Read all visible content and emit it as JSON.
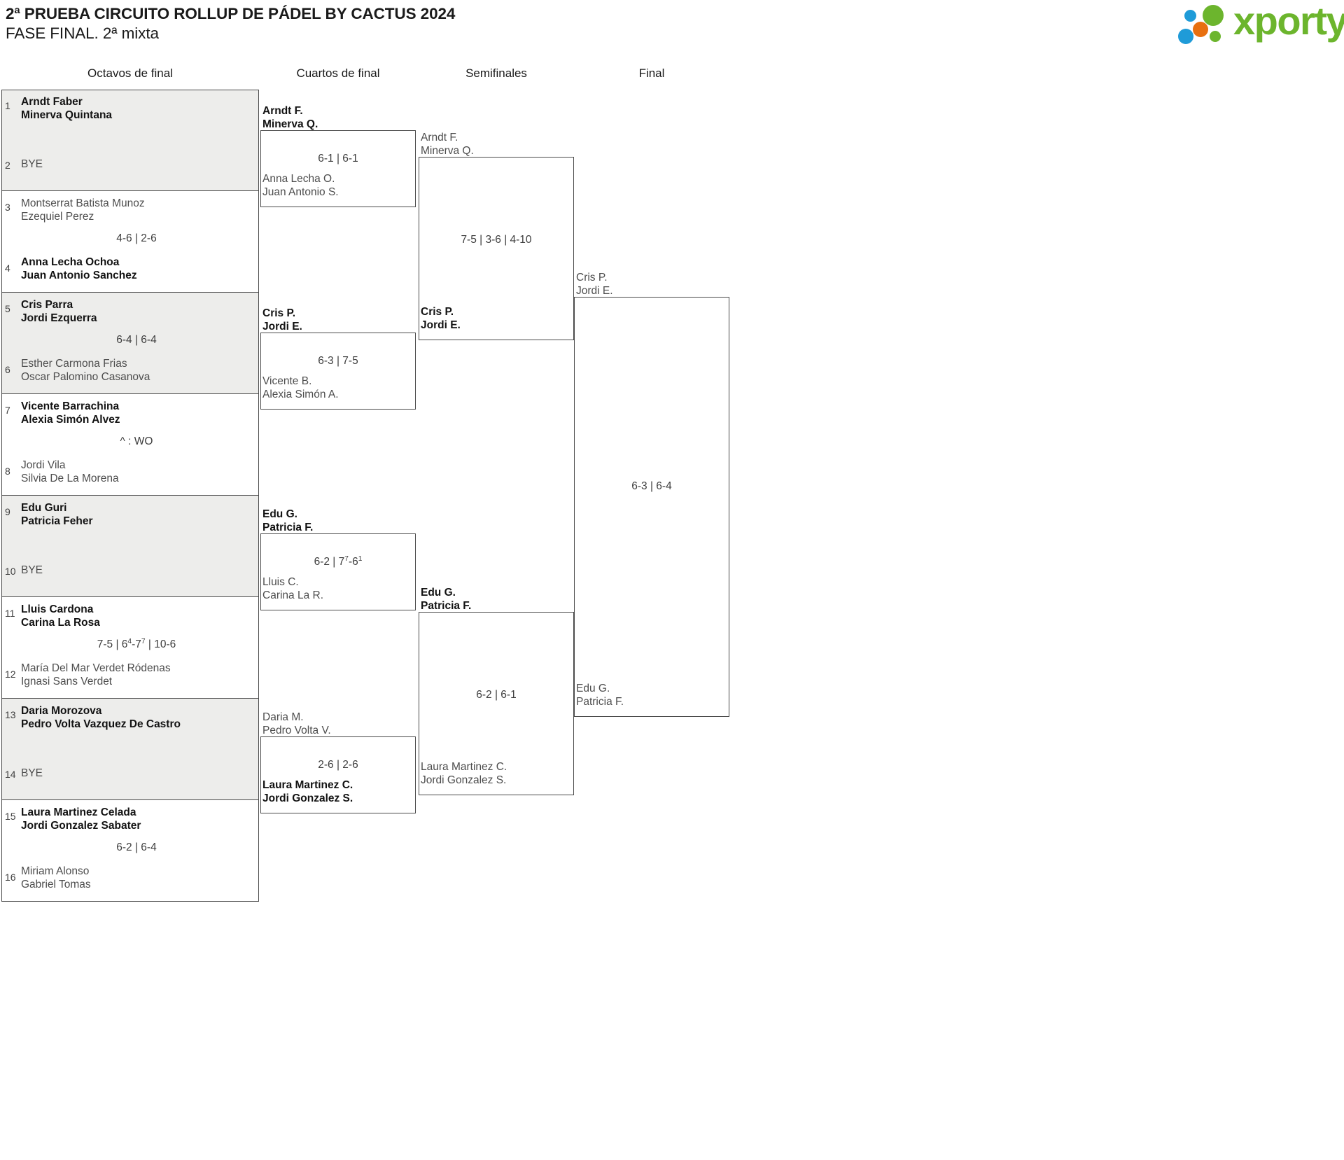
{
  "header": {
    "title_line1": "2ª PRUEBA CIRCUITO ROLLUP DE PÁDEL BY CACTUS 2024",
    "title_line2": "FASE FINAL. 2ª mixta",
    "logo_text": "xporty",
    "logo_colors": {
      "green": "#6cb52d",
      "blue": "#1f9bd8",
      "orange": "#e8700f"
    }
  },
  "rounds": [
    {
      "id": "r1",
      "label": "Octavos de final"
    },
    {
      "id": "r2",
      "label": "Cuartos de final"
    },
    {
      "id": "r3",
      "label": "Semifinales"
    },
    {
      "id": "r4",
      "label": "Final"
    }
  ],
  "round1": {
    "matches": [
      {
        "score": "",
        "top": {
          "seed": "1",
          "line1": "Arndt Faber",
          "line2": "Minerva Quintana",
          "result": "win"
        },
        "bottom": {
          "seed": "2",
          "line1": "BYE",
          "line2": "",
          "result": "bye"
        }
      },
      {
        "score": "4-6 | 2-6",
        "top": {
          "seed": "3",
          "line1": "Montserrat Batista Munoz",
          "line2": "Ezequiel Perez",
          "result": "lose"
        },
        "bottom": {
          "seed": "4",
          "line1": "Anna Lecha Ochoa",
          "line2": "Juan Antonio Sanchez",
          "result": "win"
        }
      },
      {
        "score": "6-4 | 6-4",
        "top": {
          "seed": "5",
          "line1": "Cris Parra",
          "line2": "Jordi Ezquerra",
          "result": "win"
        },
        "bottom": {
          "seed": "6",
          "line1": "Esther Carmona Frias",
          "line2": "Oscar Palomino Casanova",
          "result": "lose"
        }
      },
      {
        "score": "^ : WO",
        "top": {
          "seed": "7",
          "line1": "Vicente Barrachina",
          "line2": "Alexia Simón Alvez",
          "result": "win"
        },
        "bottom": {
          "seed": "8",
          "line1": "Jordi Vila",
          "line2": "Silvia De La Morena",
          "result": "lose"
        }
      },
      {
        "score": "",
        "top": {
          "seed": "9",
          "line1": "Edu Guri",
          "line2": "Patricia Feher",
          "result": "win"
        },
        "bottom": {
          "seed": "10",
          "line1": "BYE",
          "line2": "",
          "result": "bye"
        }
      },
      {
        "score": "7-5 | 6⁴-7⁷ | 10-6",
        "score_html": "7-5 | 6<sup>4</sup>-7<sup>7</sup> | 10-6",
        "top": {
          "seed": "11",
          "line1": "Lluis Cardona",
          "line2": "Carina La Rosa",
          "result": "win"
        },
        "bottom": {
          "seed": "12",
          "line1": "María Del Mar Verdet Ródenas",
          "line2": "Ignasi Sans Verdet",
          "result": "lose"
        }
      },
      {
        "score": "",
        "top": {
          "seed": "13",
          "line1": "Daria Morozova",
          "line2": "Pedro Volta Vazquez De Castro",
          "result": "win"
        },
        "bottom": {
          "seed": "14",
          "line1": "BYE",
          "line2": "",
          "result": "bye"
        }
      },
      {
        "score": "6-2 | 6-4",
        "top": {
          "seed": "15",
          "line1": "Laura Martinez Celada",
          "line2": "Jordi Gonzalez Sabater",
          "result": "win"
        },
        "bottom": {
          "seed": "16",
          "line1": "Miriam Alonso",
          "line2": "Gabriel Tomas",
          "result": "lose"
        }
      }
    ]
  },
  "round2": {
    "matches": [
      {
        "score": "6-1 | 6-1",
        "top": {
          "line1": "Arndt F.",
          "line2": "Minerva Q.",
          "result": "win"
        },
        "bottom": {
          "line1": "Anna Lecha O.",
          "line2": "Juan Antonio S.",
          "result": "lose"
        }
      },
      {
        "score": "6-3 | 7-5",
        "top": {
          "line1": "Cris P.",
          "line2": "Jordi E.",
          "result": "win"
        },
        "bottom": {
          "line1": "Vicente B.",
          "line2": "Alexia Simón A.",
          "result": "lose"
        }
      },
      {
        "score": "6-2 | 7⁷-6¹",
        "score_html": "6-2 | 7<sup>7</sup>-6<sup>1</sup>",
        "top": {
          "line1": "Edu G.",
          "line2": "Patricia F.",
          "result": "win"
        },
        "bottom": {
          "line1": "Lluis C.",
          "line2": "Carina La R.",
          "result": "lose"
        }
      },
      {
        "score": "2-6 | 2-6",
        "top": {
          "line1": "Daria M.",
          "line2": "Pedro Volta V.",
          "result": "lose"
        },
        "bottom": {
          "line1": "Laura Martinez C.",
          "line2": "Jordi Gonzalez S.",
          "result": "win"
        }
      }
    ]
  },
  "round3": {
    "matches": [
      {
        "score": "7-5 | 3-6 | 4-10",
        "top": {
          "line1": "Arndt F.",
          "line2": "Minerva Q.",
          "result": "lose"
        },
        "bottom": {
          "line1": "Cris P.",
          "line2": "Jordi E.",
          "result": "win"
        }
      },
      {
        "score": "6-2 | 6-1",
        "top": {
          "line1": "Edu G.",
          "line2": "Patricia F.",
          "result": "win"
        },
        "bottom": {
          "line1": "Laura Martinez C.",
          "line2": "Jordi Gonzalez S.",
          "result": "lose"
        }
      }
    ]
  },
  "round4": {
    "matches": [
      {
        "score": "6-3 | 6-4",
        "top": {
          "line1": "Cris P.",
          "line2": "Jordi E.",
          "result": "lose"
        },
        "bottom": {
          "line1": "Edu G.",
          "line2": "Patricia F.",
          "result": "lose"
        }
      }
    ]
  }
}
